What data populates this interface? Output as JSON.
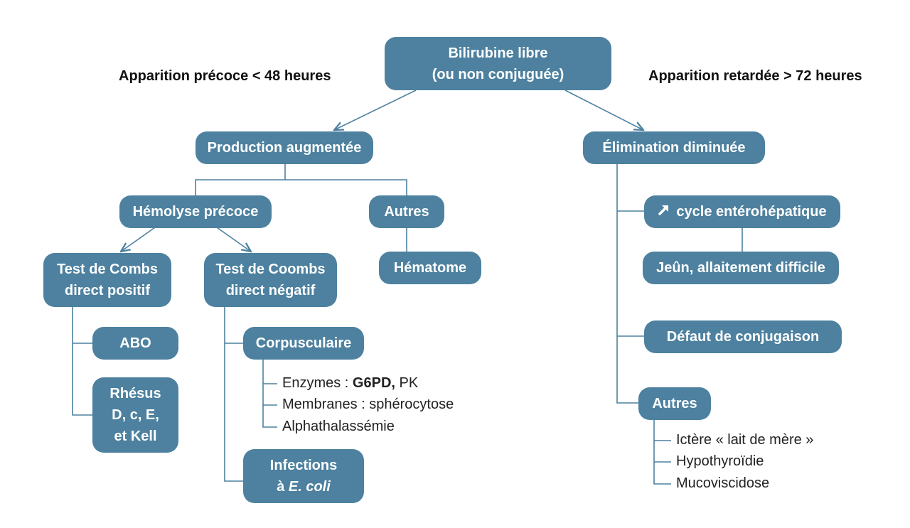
{
  "headings": {
    "early": "Apparition précoce < 48 heures",
    "late": "Apparition retardée > 72 heures"
  },
  "root": {
    "line1": "Bilirubine libre",
    "line2": "(ou non conjuguée)"
  },
  "left": {
    "production": "Production augmentée",
    "hemolyse": "Hémolyse précoce",
    "autres": "Autres",
    "hematome": "Hématome",
    "combs_pos": {
      "line1": "Test de Combs",
      "line2": "direct positif"
    },
    "coombs_neg": {
      "line1": "Test de Coombs",
      "line2": "direct négatif"
    },
    "abo": "ABO",
    "rhesus": {
      "line1": "Rhésus",
      "line2": "D, c, E,",
      "line3": "et Kell"
    },
    "corpusculaire": "Corpusculaire",
    "corpusculaire_items": {
      "enzymes_prefix": "Enzymes : ",
      "enzymes_bold": "G6PD,",
      "enzymes_suffix": " PK",
      "membranes": "Membranes : sphérocytose",
      "alpha": "Alphathalassémie"
    },
    "infections": {
      "line1": "Infections",
      "line2_prefix": "à ",
      "line2_italic": "E. coli"
    }
  },
  "right": {
    "elimination": "Élimination diminuée",
    "cycle": "cycle entérohépatique",
    "cycle_icon": "arrow-up-right-icon",
    "jeun": "Jeûn, allaitement difficile",
    "defaut": "Défaut de conjugaison",
    "autres": "Autres",
    "autres_items": [
      "Ictère « lait de mère »",
      "Hypothyroïdie",
      "Mucoviscidose"
    ]
  },
  "colors": {
    "node": "#4d819f",
    "line": "#4d819f"
  }
}
